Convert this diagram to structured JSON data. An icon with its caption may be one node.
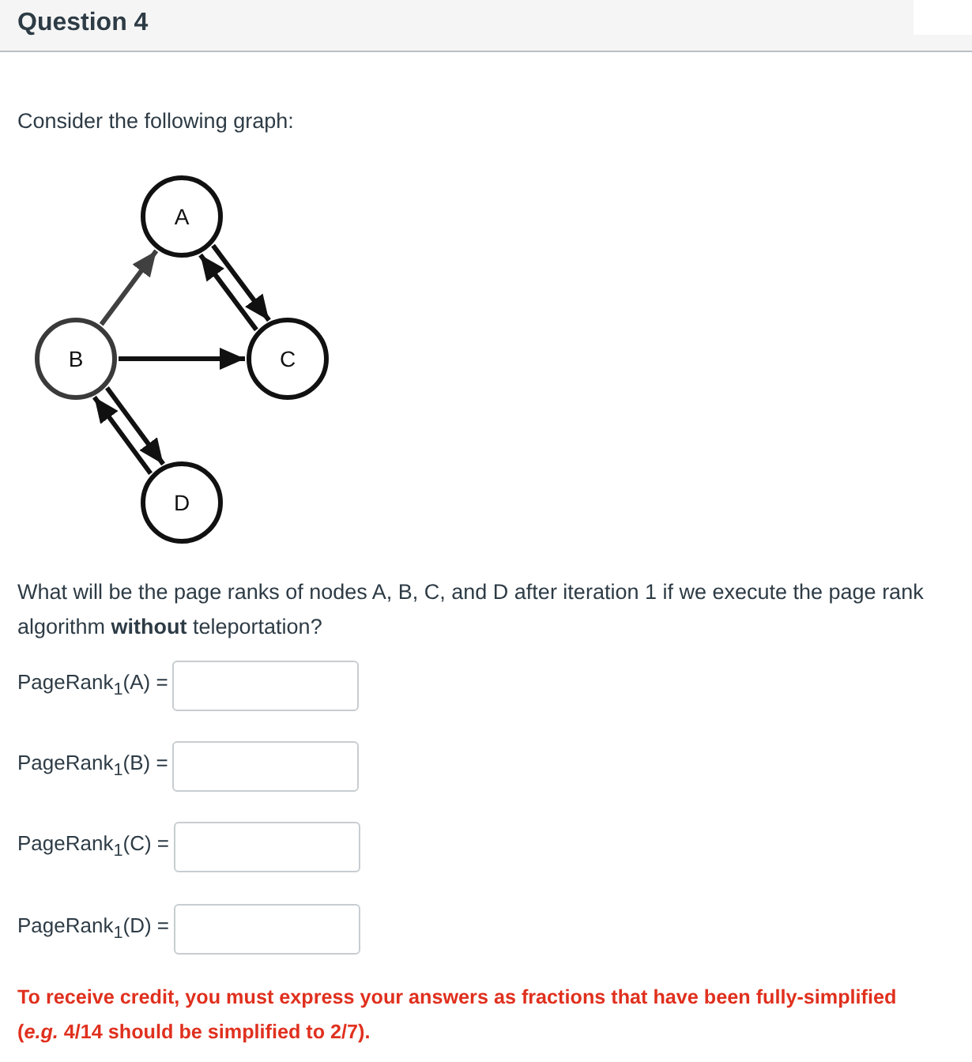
{
  "diagram": {
    "title": "Question 4",
    "nodes": [
      {
        "text": [
          "A"
        ]
      },
      {
        "text": [
          "B"
        ]
      },
      {
        "text": [
          "C"
        ]
      },
      {
        "text": [
          "D"
        ]
      }
    ],
    "edges": [
      {
        "from": 1,
        "to": 0,
        "arrow": "to",
        "color": "#404040"
      },
      {
        "from": 0,
        "to": 2,
        "arrow": "to"
      },
      {
        "from": 2,
        "to": 0,
        "arrow": "to"
      },
      {
        "from": 1,
        "to": 2,
        "arrow": "to"
      },
      {
        "from": 1,
        "to": 3,
        "arrow": "to"
      },
      {
        "from": 3,
        "to": 1,
        "arrow": "to"
      }
    ],
    "labels": [
      "Consider the following graph:",
      "What will be the page ranks of nodes A, B, C, and D after iteration 1 if we execute the page rank algorithm **without** teleportation?",
      "PageRank$_{1}$(A) =",
      "PageRank$_{1}$(B) =",
      "PageRank$_{1}$(C) =",
      "PageRank$_{1}$(D) =",
      "To receive credit, you must express your answers as fractions that have been fully-simplified (*e.g.* 4/14 should be simplified to 2/7)."
    ]
  }
}
